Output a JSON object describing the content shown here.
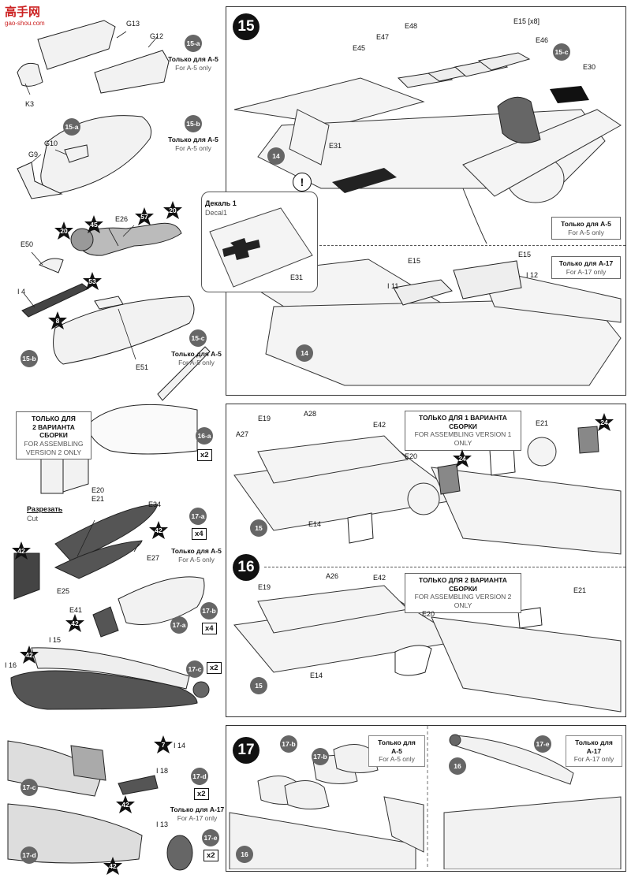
{
  "watermark": {
    "name": "高手网",
    "url": "gao-shou.com"
  },
  "only_a5": {
    "ru": "Только для А-5",
    "en": "For A-5 only"
  },
  "only_a17": {
    "ru": "Только для А-17",
    "en": "For A-17 only"
  },
  "only_a5_upper": {
    "ru": "Только для А-5",
    "en": "For A-5 only"
  },
  "only_a17_upper": {
    "ru": "Только для А-17",
    "en": "For A-17 only"
  },
  "version1": {
    "ru": "ТОЛЬКО ДЛЯ 1 ВАРИАНТА СБОРКИ",
    "en": "FOR ASSEMBLING VERSION 1 ONLY"
  },
  "version2": {
    "ru": "ТОЛЬКО ДЛЯ 2 ВАРИАНТА СБОРКИ",
    "en": "FOR ASSEMBLING VERSION 2 ONLY"
  },
  "version2_left": {
    "ru1": "ТОЛЬКО ДЛЯ",
    "ru2": "2 ВАРИАНТА СБОРКИ",
    "en1": "FOR ASSEMBLING",
    "en2": "VERSION 2 ONLY"
  },
  "cut": {
    "ru": "Разрезать",
    "en": "Cut"
  },
  "decal": {
    "ru": "Декаль 1",
    "en": "Decal1"
  },
  "steps": {
    "s15": "15",
    "s16": "16",
    "s17": "17"
  },
  "substeps": {
    "a15": "15-a",
    "b15": "15-b",
    "c15": "15-c",
    "a16": "16-a",
    "a17": "17-a",
    "b17": "17-b",
    "c17": "17-c",
    "d17": "17-d",
    "e17": "17-e"
  },
  "sub": {
    "p14": "14",
    "p15": "15",
    "p16": "16"
  },
  "multipliers": {
    "x2": "x2",
    "x4": "x4"
  },
  "stars": {
    "s20": "20",
    "s45": "45",
    "s57": "57",
    "s53": "53",
    "s8": "8",
    "s42": "42",
    "s24": "24",
    "s7": "7"
  },
  "parts": {
    "G13": "G13",
    "G12": "G12",
    "K3": "K3",
    "G10": "G10",
    "G9": "G9",
    "E50": "E50",
    "E26": "E26",
    "I4": "I 4",
    "E51": "E51",
    "E15x8": "E15 [x8]",
    "E48": "E48",
    "E47": "E47",
    "E45": "E45",
    "E46": "E46",
    "E30": "E30",
    "E31": "E31",
    "E15": "E15",
    "I11": "I 11",
    "I12": "I 12",
    "E20E21a": "E20",
    "E20E21b": "E21",
    "E34": "E34",
    "E27": "E27",
    "E25": "E25",
    "E41": "E41",
    "I15": "I 15",
    "I16": "I 16",
    "I14": "I 14",
    "I18": "I 18",
    "I13": "I 13",
    "E19": "E19",
    "A28": "A28",
    "A27": "A27",
    "E42": "E42",
    "E20": "E20",
    "E21": "E21",
    "E14": "E14",
    "A26": "A26"
  }
}
